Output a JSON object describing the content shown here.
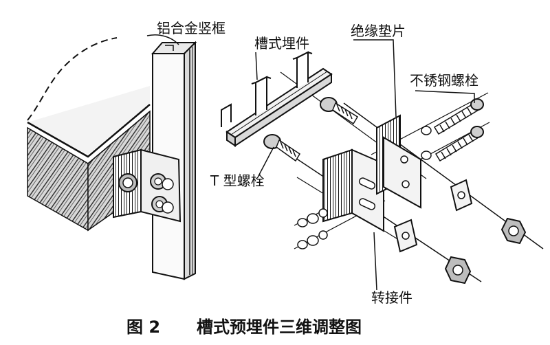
{
  "labels": {
    "mullion": "铝合金竖框",
    "channel": "槽式埋件",
    "t_bolt": "T 型螺栓",
    "insulating_pad": "绝缘垫片",
    "stainless_bolt": "不锈钢螺栓",
    "adapter": "转接件"
  },
  "caption": {
    "number": "图 2",
    "title": "槽式预埋件三维调整图"
  },
  "colors": {
    "ink": "#111111",
    "paper": "#ffffff",
    "light": "#e4e4e4",
    "mid": "#bdbdbd"
  }
}
